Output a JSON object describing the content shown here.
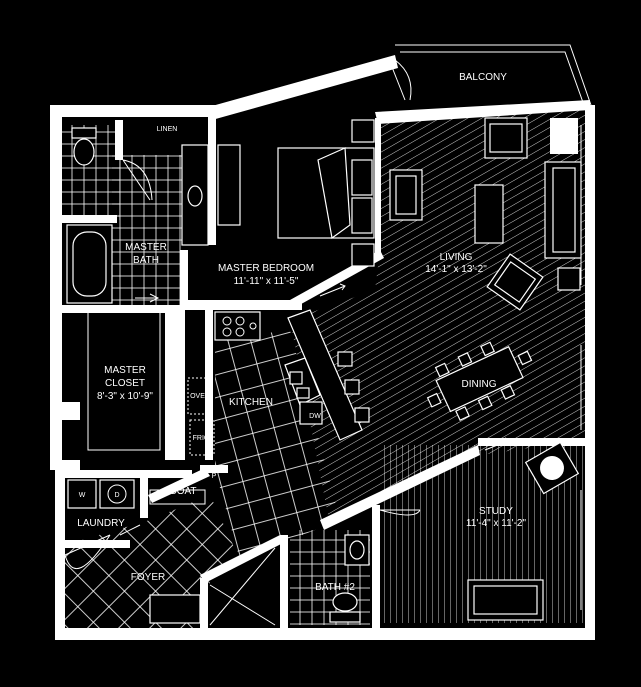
{
  "rooms": {
    "balcony": {
      "name": "BALCONY"
    },
    "linen": {
      "name": "LINEN"
    },
    "master_bath": {
      "name_line1": "MASTER",
      "name_line2": "BATH"
    },
    "master_bedroom": {
      "name": "MASTER BEDROOM",
      "dims": "11'-11\" x 11'-5\""
    },
    "living": {
      "name": "LIVING",
      "dims": "14'-1\" x 13'-2\""
    },
    "master_closet": {
      "name_line1": "MASTER",
      "name_line2": "CLOSET",
      "dims": "8'-3\" x 10'-9\""
    },
    "kitchen": {
      "name": "KITCHEN"
    },
    "dining": {
      "name": "DINING"
    },
    "coat": {
      "name": "COAT"
    },
    "laundry": {
      "name": "LAUNDRY"
    },
    "study": {
      "name": "STUDY",
      "dims": "11'-4\" x 11'-2\""
    },
    "foyer": {
      "name": "FOYER"
    },
    "bath2": {
      "name": "BATH #2"
    }
  },
  "appliances": {
    "oven": "OVEN",
    "fridge": "FRIG",
    "dishwasher": "DW",
    "pantry": "P",
    "washer": "W",
    "dryer": "D"
  },
  "colors": {
    "background": "#000000",
    "line": "#ffffff"
  }
}
